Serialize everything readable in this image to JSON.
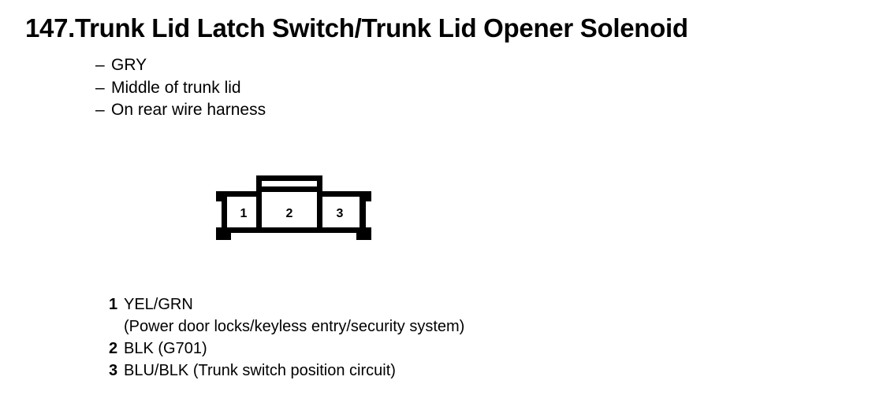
{
  "page": {
    "entry_number": "147.",
    "title": "Trunk Lid Latch Switch/Trunk Lid Opener Solenoid",
    "ink_color": "#000000",
    "background_color": "#ffffff"
  },
  "specs": {
    "dash": "–",
    "items": [
      {
        "label": "GRY"
      },
      {
        "label": "Middle of trunk lid"
      },
      {
        "label": "On rear wire harness"
      }
    ]
  },
  "connector": {
    "cavity_count": 3,
    "cavities": [
      {
        "number": "1"
      },
      {
        "number": "2"
      },
      {
        "number": "3"
      }
    ]
  },
  "legend": {
    "rows": [
      {
        "number": "1",
        "description": "YEL/GRN",
        "continuation": "(Power door locks/keyless entry/security system)"
      },
      {
        "number": "2",
        "description": "BLK (G701)",
        "continuation": ""
      },
      {
        "number": "3",
        "description": "BLU/BLK (Trunk switch position circuit)",
        "continuation": ""
      }
    ]
  }
}
